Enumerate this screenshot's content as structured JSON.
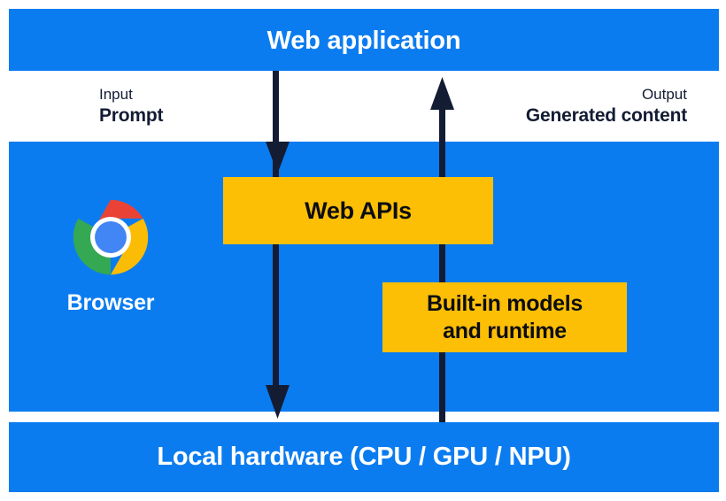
{
  "diagram": {
    "title": "Web application to local hardware built-in AI flow",
    "colors": {
      "blue": "#0b7cf0",
      "yellow": "#fcbf06",
      "arrow_navy": "#131c33",
      "white": "#ffffff",
      "chrome_red": "#ea4335",
      "chrome_yellow": "#fbbc05",
      "chrome_green": "#34a853",
      "chrome_blue": "#4285f4"
    },
    "bands": {
      "web_application": "Web application",
      "local_hardware": "Local hardware (CPU / GPU / NPU)"
    },
    "io": {
      "input": {
        "kind": "Input",
        "value": "Prompt"
      },
      "output": {
        "kind": "Output",
        "value": "Generated content"
      }
    },
    "browser": {
      "label": "Browser",
      "logo": "chrome-logo"
    },
    "boxes": [
      {
        "id": "web-apis",
        "label": "Web APIs"
      },
      {
        "id": "built-in-models",
        "line1": "Built-in models",
        "line2": "and runtime"
      }
    ],
    "arrows": [
      {
        "name": "prompt-down-arrow",
        "direction": "down"
      },
      {
        "name": "generated-content-up-arrow",
        "direction": "up"
      }
    ]
  }
}
